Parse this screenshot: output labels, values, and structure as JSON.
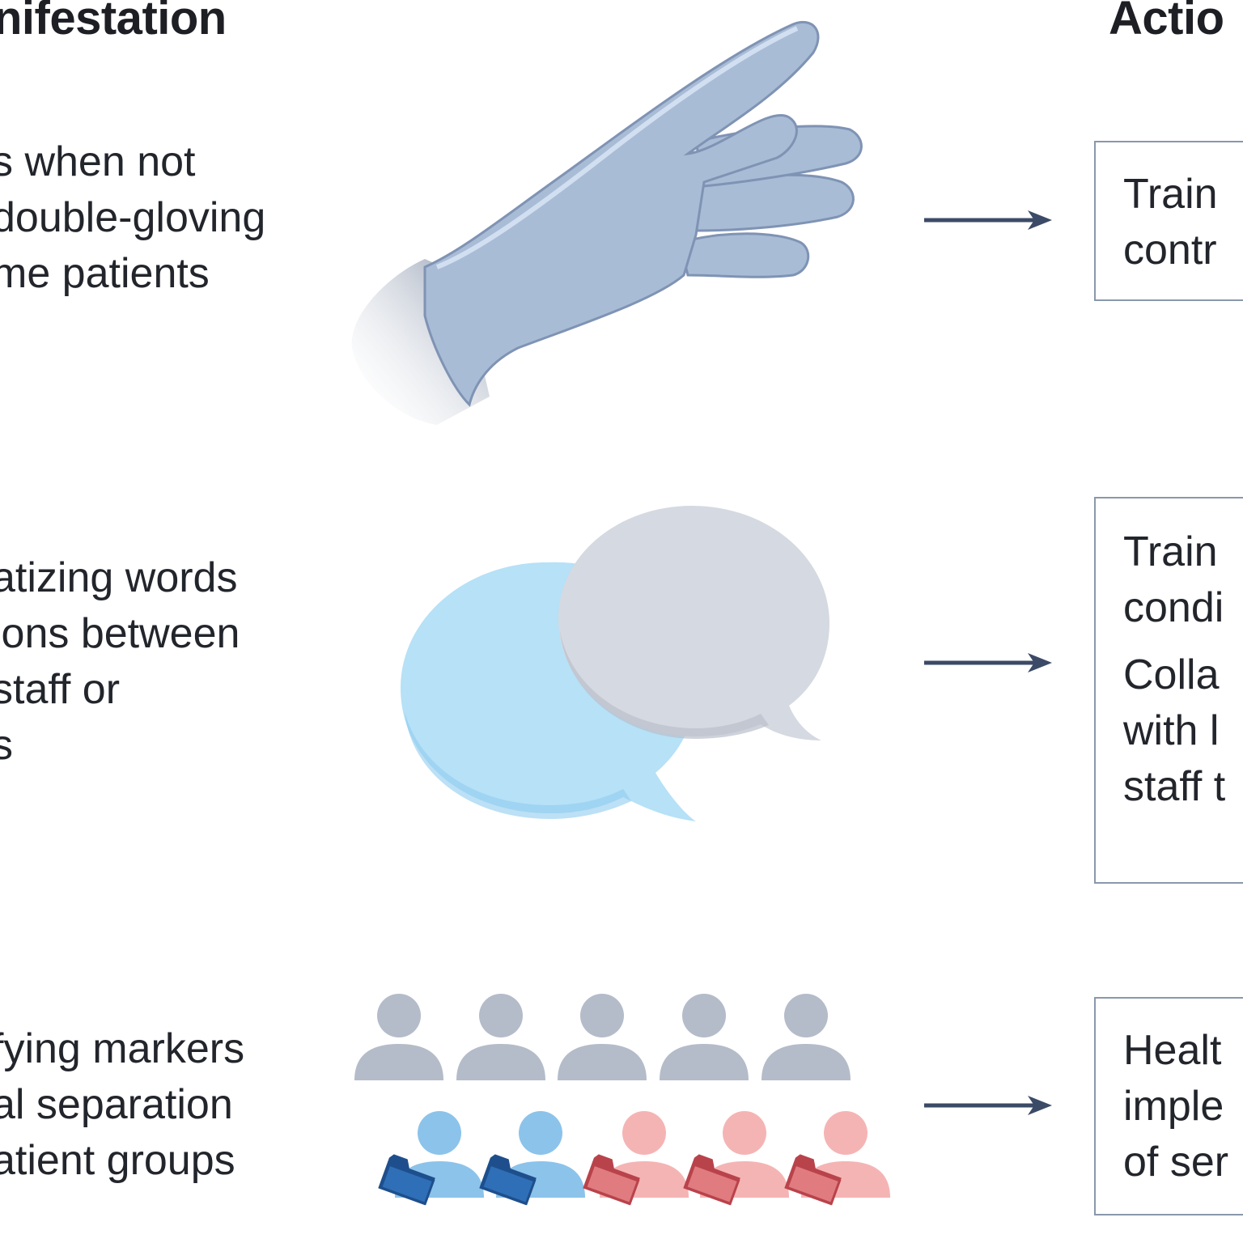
{
  "headers": {
    "left": "nifestation",
    "right": "Actio"
  },
  "rows": [
    {
      "manifestation_lines": [
        "s when not",
        "double-gloving",
        "me patients"
      ],
      "action_lines": [
        "Train",
        "contr"
      ],
      "icon": "glove-icon"
    },
    {
      "manifestation_lines": [
        "atizing words",
        "ions between",
        "staff or",
        "s"
      ],
      "action_lines": [
        "Train",
        "condi",
        "",
        "Colla",
        "with l",
        "staff t"
      ],
      "icon": "speech-bubbles-icon"
    },
    {
      "manifestation_lines": [
        "fying markers",
        "al separation",
        "atient groups"
      ],
      "action_lines": [
        "Healt",
        "imple",
        "of ser"
      ],
      "icon": "patient-groups-icon"
    }
  ],
  "colors": {
    "arrow": "#3b4a66",
    "glove": "#a9bcd6",
    "bubble_blue": "#b6e1f7",
    "bubble_grey": "#d5d9e1",
    "person_grey": "#b4bcc9",
    "person_blue": "#8cc3ea",
    "person_pink": "#f5b4b4",
    "folder_blue": "#2f6fb7",
    "folder_red": "#e07c80",
    "box_border": "#8a97ab"
  }
}
